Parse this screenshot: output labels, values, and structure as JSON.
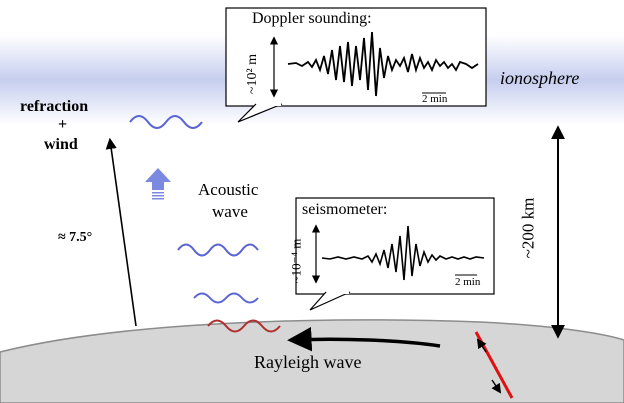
{
  "labels": {
    "ionosphere": "ionosphere",
    "doppler": "Doppler sounding:",
    "doppler_amp": "~10² m",
    "doppler_time": "2 min",
    "seismometer": "seismometer:",
    "seismo_amp": "~10⁻⁴ m",
    "seismo_time": "2 min",
    "refraction": "refraction",
    "plus": "+",
    "wind": "wind",
    "angle": "≈ 7.5°",
    "acoustic_line1": "Acoustic",
    "acoustic_line2": "wave",
    "altitude": "~200 km",
    "rayleigh": "Rayleigh wave"
  },
  "colors": {
    "ionosphere_band": "#c8d0ee",
    "acoustic_wave": "#5a64d4",
    "up_arrow": "#7b8ae0",
    "rayleigh_wave": "#b03030",
    "fault_line": "#e01010",
    "ground": "#d6d6d6",
    "ground_edge": "#8c8c8c"
  },
  "icons": {
    "up_arrow": "block-up-arrow-icon",
    "fault": "fault-slip-icon"
  }
}
